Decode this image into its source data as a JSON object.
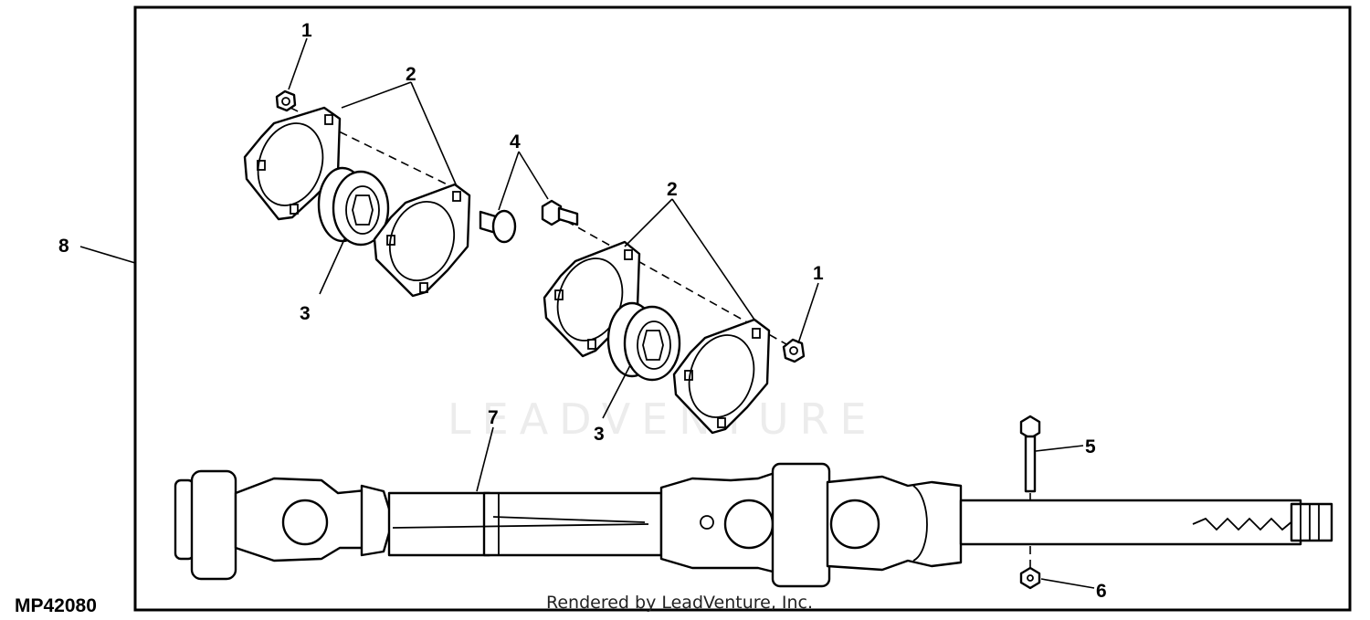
{
  "diagram_id": "MP42080",
  "credit": "Rendered by LeadVenture, Inc.",
  "watermark": "LEADVENTURE",
  "callouts": {
    "c1a": "1",
    "c1b": "1",
    "c2a": "2",
    "c2b": "2",
    "c3a": "3",
    "c3b": "3",
    "c4": "4",
    "c5": "5",
    "c6": "6",
    "c7": "7",
    "c8": "8"
  }
}
